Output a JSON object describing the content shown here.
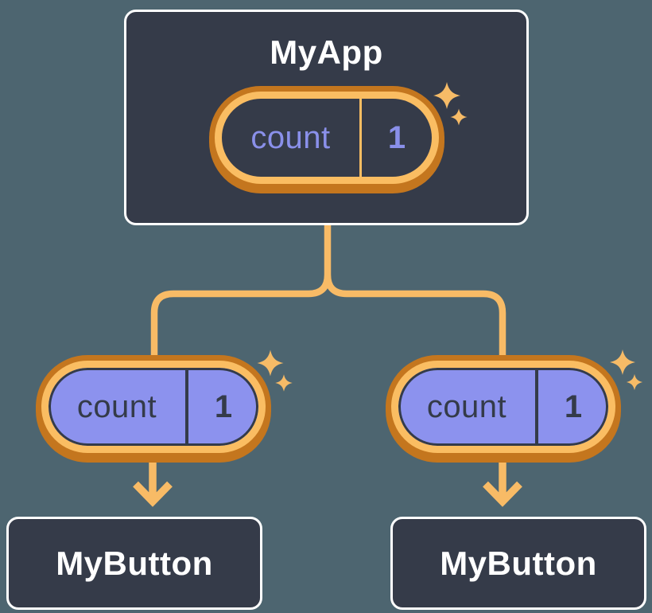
{
  "colors": {
    "background": "#4D6570",
    "card_bg": "#353B49",
    "card_border": "#FFFFFF",
    "title_text": "#FFFFFF",
    "ring_light": "#FABD62",
    "ring_dark": "#C4761E",
    "connector": "#F8BB66",
    "sparkle": "#F6BB67",
    "pill_fill": "#8C92EE",
    "pill_dark_text": "#343B49",
    "state_text": "#8A90EA"
  },
  "root_component": {
    "title": "MyApp",
    "state_pill": {
      "name": "count",
      "value": "1"
    }
  },
  "children": [
    {
      "title": "MyButton",
      "prop_pill": {
        "name": "count",
        "value": "1"
      }
    },
    {
      "title": "MyButton",
      "prop_pill": {
        "name": "count",
        "value": "1"
      }
    }
  ],
  "icons": [
    {
      "name": "sparkle-icon",
      "glyph": "✦"
    }
  ]
}
